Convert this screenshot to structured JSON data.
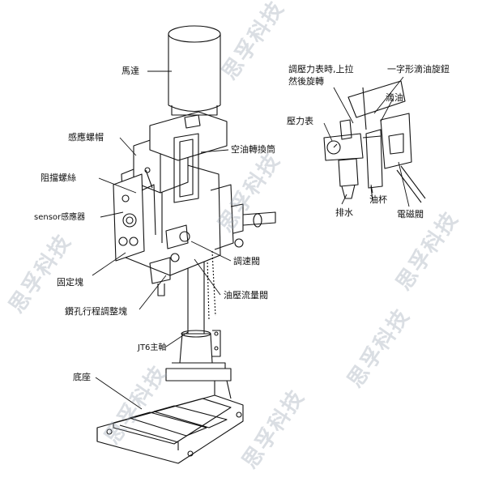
{
  "labels": {
    "motor": "馬達",
    "induction_nut": "感應螺帽",
    "oil_converter": "空油轉換筒",
    "stop_screw": "阻擋螺絲",
    "sensor": "sensor感應器",
    "speed_valve": "調速閥",
    "fixing_block": "固定塊",
    "hydraulic_flow_valve": "油壓流量閥",
    "drill_stroke_block": "鑽孔行程調整塊",
    "jt6_spindle": "JT6主軸",
    "base": "底座",
    "adjust_pressure_1": "調壓力表時,上拉",
    "adjust_pressure_2": "然後旋轉",
    "drip_knob": "一字形滴油旋鈕",
    "drip_oil": "滴油",
    "pressure_gauge": "壓力表",
    "drain": "排水",
    "oil_cup": "油杯",
    "solenoid_valve": "電磁閥"
  },
  "watermark": "思孚科技",
  "colors": {
    "line": "#111111",
    "watermark": "#9aa0af"
  }
}
